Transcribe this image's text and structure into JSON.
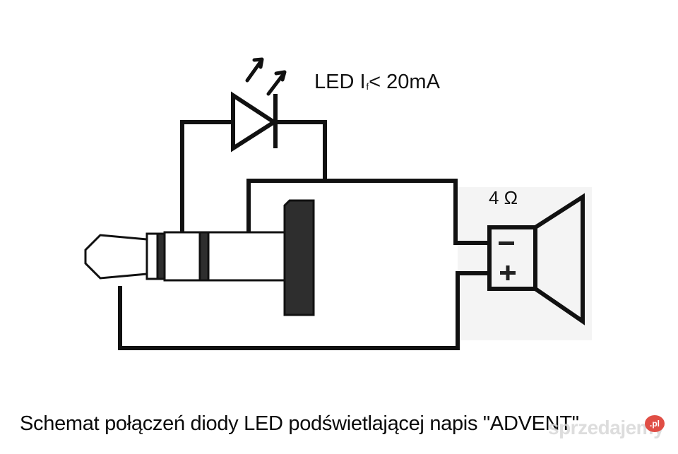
{
  "diagram": {
    "title": "Schemat połączeń diody LED podświetlającej napis \"ADVENT\"",
    "led_label": {
      "prefix": "LED  I",
      "subscript": "f",
      "suffix": "< 20mA"
    },
    "speaker_label": "4 Ω",
    "speaker_terminals": {
      "top": "−",
      "bottom": "+"
    },
    "components": [
      "led-diode",
      "audio-jack-3.5mm-trs",
      "speaker-4-ohm"
    ],
    "colors": {
      "line": "#111111",
      "plug_dark": "#2e2e2e",
      "speaker_bg": "#f4f4f4",
      "background": "#ffffff"
    }
  },
  "watermark": {
    "text": "sprzedajemy",
    "badge": ".pl",
    "badge_color": "#e04e45"
  }
}
